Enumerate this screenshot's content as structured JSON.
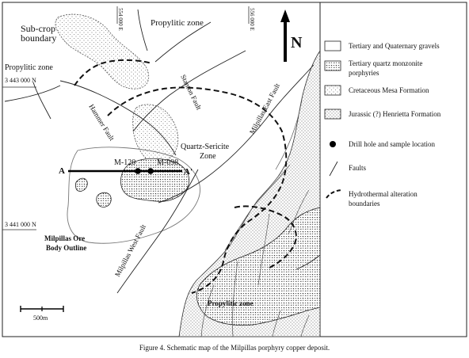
{
  "map": {
    "labels": {
      "propylitic_top": "Propylitic zone",
      "propylitic_left": "Propylitic zone",
      "propylitic_bottom": "Propylitic zone",
      "sub_crop_1": "Sub-crop",
      "sub_crop_2": "boundary",
      "easting_554": "554 000 E",
      "easting_556": "556 000 E",
      "northing_3443": "3 443 000 N",
      "northing_3441": "3 441 000 N",
      "stanton_fault": "Stanton Fault",
      "hammer_fault": "Hammer Fault",
      "milpillas_east_fault": "Milpillas East Fault",
      "milpillas_west_fault": "Milpillas West Fault",
      "qs_zone_1": "Quartz-Sericite",
      "qs_zone_2": "Zone",
      "drill_m120": "M-120",
      "drill_m098": "M-098",
      "section_a": "A",
      "section_a_prime": "A'",
      "ore_body_1": "Milpillas Ore",
      "ore_body_2": "Body Outline",
      "north_arrow": "N",
      "scale_bar": "500m"
    }
  },
  "legend": {
    "items": [
      {
        "label": "Tertiary and Quaternary gravels"
      },
      {
        "label_1": "Tertiary quartz monzonite",
        "label_2": "porphyries"
      },
      {
        "label": "Cretaceous Mesa Formation"
      },
      {
        "label": "Jurassic (?) Henrietta Formation"
      },
      {
        "label": "Drill hole and sample location"
      },
      {
        "label": "Faults"
      },
      {
        "label_1": "Hydrothermal alteration",
        "label_2": "boundaries"
      }
    ]
  },
  "caption": "Figure 4. Schematic map of the Milpillas porphyry copper deposit."
}
